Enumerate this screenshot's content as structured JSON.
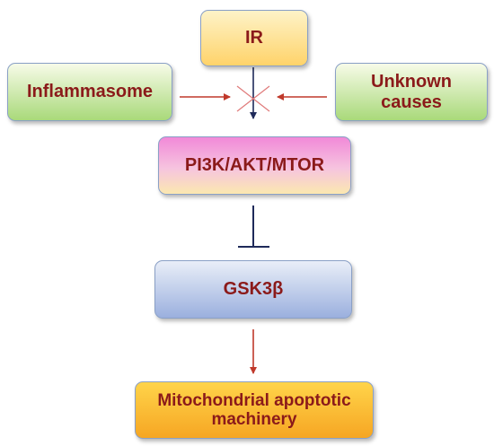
{
  "nodes": {
    "ir": "IR",
    "inflammasome": "Inflammasome",
    "unknown_causes_line1": "Unknown",
    "unknown_causes_line2": "causes",
    "pi3k": "PI3K/AKT/MTOR",
    "gsk3b": "GSK3β",
    "mito_line1": "Mitochondrial apoptotic",
    "mito_line2": "machinery"
  },
  "edges": [
    {
      "from": "IR",
      "to": "PI3K/AKT/MTOR",
      "type": "activation"
    },
    {
      "from": "Inflammasome",
      "to": "IR → PI3K/AKT/MTOR",
      "type": "blocks"
    },
    {
      "from": "Unknown causes",
      "to": "IR → PI3K/AKT/MTOR",
      "type": "blocks"
    },
    {
      "from": "PI3K/AKT/MTOR",
      "to": "GSK3β",
      "type": "inhibition"
    },
    {
      "from": "GSK3β",
      "to": "Mitochondrial apoptotic machinery",
      "type": "activation"
    }
  ],
  "colors": {
    "text": "#8b1a1a",
    "arrow_red": "#c0392b",
    "arrow_dark": "#1f2a5a",
    "border": "#8aa0c6"
  }
}
